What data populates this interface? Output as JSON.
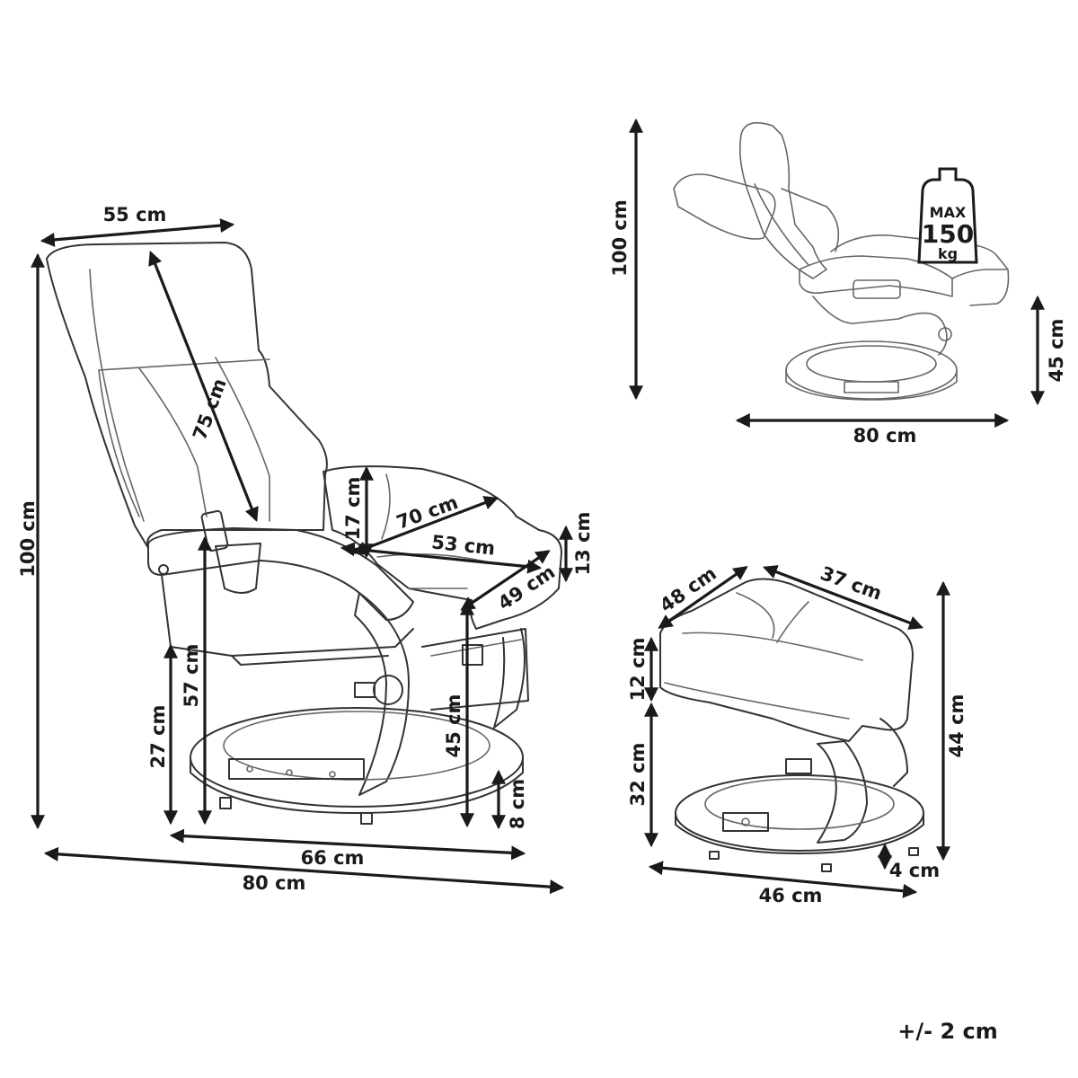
{
  "dimensions": {
    "chair_height": "100 cm",
    "chair_width_top": "55 cm",
    "backrest_length": "75 cm",
    "armrest_height_17": "17 cm",
    "seat_depth_70": "70 cm",
    "seat_width_53": "53 cm",
    "seat_depth_49": "49 cm",
    "seat_thickness_13": "13 cm",
    "armrest_height_57": "57 cm",
    "under_arm_27": "27 cm",
    "seat_height_45": "45 cm",
    "base_height_8": "8 cm",
    "base_depth_66": "66 cm",
    "total_depth_80": "80 cm",
    "reclined_height_100": "100 cm",
    "reclined_seat_45": "45 cm",
    "reclined_length_80": "80 cm",
    "ottoman_depth_48": "48 cm",
    "ottoman_width_37": "37 cm",
    "ottoman_cushion_12": "12 cm",
    "ottoman_base_32": "32 cm",
    "ottoman_height_44": "44 cm",
    "ottoman_foot_4": "4 cm",
    "ottoman_length_46": "46 cm"
  },
  "badge": {
    "max": "MAX",
    "value": "150",
    "unit": "kg"
  },
  "tolerance": "+/- 2 cm"
}
